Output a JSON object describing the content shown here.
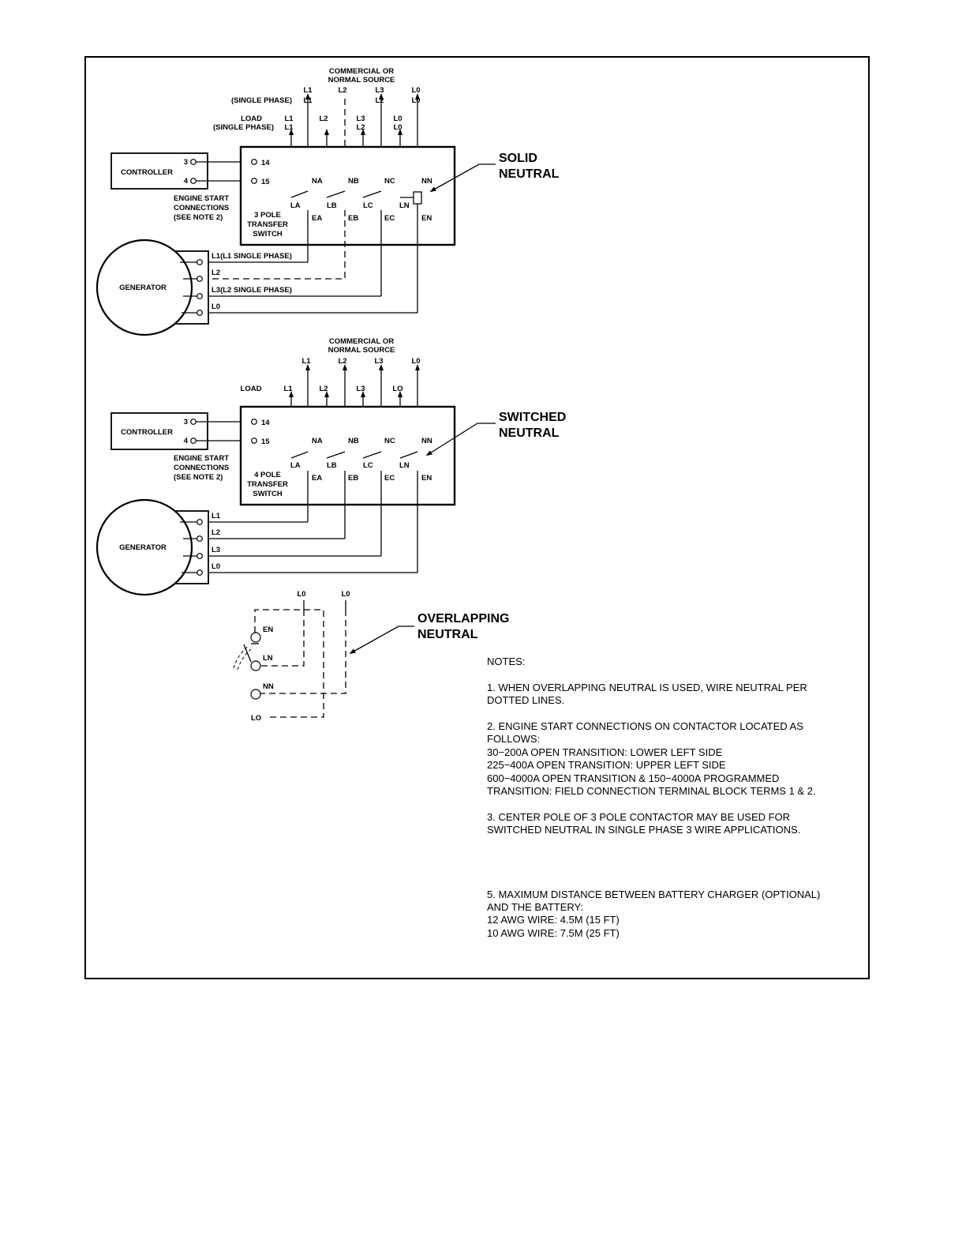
{
  "diagram1": {
    "source_title_1": "COMMERCIAL OR",
    "source_title_2": "NORMAL SOURCE",
    "source_lines": [
      "L1",
      "L2",
      "L3",
      "L0"
    ],
    "single_phase_label": "(SINGLE PHASE)",
    "single_phase_lines": [
      "L1",
      "L2",
      "L0"
    ],
    "load_label": "LOAD",
    "load_single_phase_label": "(SINGLE PHASE)",
    "load_lines": [
      "L1",
      "L2",
      "L3",
      "L0"
    ],
    "load_single_phase_lines": [
      "L1",
      "L2",
      "L0"
    ],
    "controller": "CONTROLLER",
    "controller_terms": [
      "3",
      "4"
    ],
    "switch_terms": [
      "14",
      "15"
    ],
    "engine_start_1": "ENGINE START",
    "engine_start_2": "CONNECTIONS",
    "engine_start_3": "(SEE NOTE 2)",
    "switch_name_1": "3 POLE",
    "switch_name_2": "TRANSFER",
    "switch_name_3": "SWITCH",
    "normal_contacts": [
      "NA",
      "NB",
      "NC",
      "NN"
    ],
    "load_contacts": [
      "LA",
      "LB",
      "LC",
      "LN"
    ],
    "emergency_contacts": [
      "EA",
      "EB",
      "EC",
      "EN"
    ],
    "generator": "GENERATOR",
    "gen_lines": [
      "L1(L1 SINGLE PHASE)",
      "L2",
      "L3(L2 SINGLE PHASE)",
      "L0"
    ],
    "callout_1": "SOLID",
    "callout_2": "NEUTRAL"
  },
  "diagram2": {
    "source_title_1": "COMMERCIAL OR",
    "source_title_2": "NORMAL SOURCE",
    "source_lines": [
      "L1",
      "L2",
      "L3",
      "L0"
    ],
    "load_label": "LOAD",
    "load_lines": [
      "L1",
      "L2",
      "L3",
      "LO"
    ],
    "controller": "CONTROLLER",
    "controller_terms": [
      "3",
      "4"
    ],
    "switch_terms": [
      "14",
      "15"
    ],
    "engine_start_1": "ENGINE START",
    "engine_start_2": "CONNECTIONS",
    "engine_start_3": "(SEE NOTE 2)",
    "switch_name_1": "4 POLE",
    "switch_name_2": "TRANSFER",
    "switch_name_3": "SWITCH",
    "normal_contacts": [
      "NA",
      "NB",
      "NC",
      "NN"
    ],
    "load_contacts": [
      "LA",
      "LB",
      "LC",
      "LN"
    ],
    "emergency_contacts": [
      "EA",
      "EB",
      "EC",
      "EN"
    ],
    "generator": "GENERATOR",
    "gen_lines": [
      "L1",
      "L2",
      "L3",
      "L0"
    ],
    "callout_1": "SWITCHED",
    "callout_2": "NEUTRAL"
  },
  "diagram3": {
    "top_lines": [
      "L0",
      "L0"
    ],
    "terminals": [
      "EN",
      "LN",
      "NN"
    ],
    "lo_label": "LO",
    "callout_1": "OVERLAPPING",
    "callout_2": "NEUTRAL"
  },
  "notes": {
    "heading": "NOTES:",
    "n1_a": "1. WHEN OVERLAPPING NEUTRAL IS USED, WIRE NEUTRAL PER",
    "n1_b": "DOTTED LINES.",
    "n2_a": "2. ENGINE START CONNECTIONS ON CONTACTOR LOCATED AS",
    "n2_b": "FOLLOWS:",
    "n2_c": "30−200A OPEN TRANSITION: LOWER LEFT SIDE",
    "n2_d": "225−400A OPEN TRANSITION: UPPER LEFT SIDE",
    "n2_e": "600−4000A OPEN TRANSITION & 150−4000A PROGRAMMED",
    "n2_f": "TRANSITION: FIELD CONNECTION TERMINAL BLOCK TERMS 1 & 2.",
    "n3_a": "3. CENTER POLE OF 3 POLE CONTACTOR MAY BE USED FOR",
    "n3_b": "SWITCHED NEUTRAL IN SINGLE PHASE 3 WIRE APPLICATIONS.",
    "n5_a": "5. MAXIMUM DISTANCE BETWEEN BATTERY CHARGER (OPTIONAL)",
    "n5_b": "AND THE BATTERY:",
    "n5_c": "12 AWG WIRE: 4.5M (15 FT)",
    "n5_d": "10 AWG WIRE: 7.5M (25 FT)"
  }
}
